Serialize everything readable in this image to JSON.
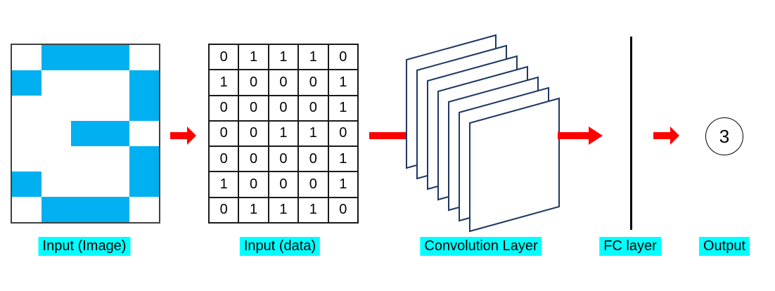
{
  "pixel_image": {
    "label": "Input (Image)",
    "grid": [
      [
        0,
        1,
        1,
        1,
        0
      ],
      [
        1,
        0,
        0,
        0,
        1
      ],
      [
        0,
        0,
        0,
        0,
        1
      ],
      [
        0,
        0,
        1,
        1,
        0
      ],
      [
        0,
        0,
        0,
        0,
        1
      ],
      [
        1,
        0,
        0,
        0,
        1
      ],
      [
        0,
        1,
        1,
        1,
        0
      ]
    ],
    "on_color": "#00B0F0",
    "off_color": "#FFFFFF",
    "border_color": "#404040"
  },
  "matrix": {
    "label": "Input (data)",
    "rows": [
      [
        "0",
        "1",
        "1",
        "1",
        "0"
      ],
      [
        "1",
        "0",
        "0",
        "0",
        "1"
      ],
      [
        "0",
        "0",
        "0",
        "0",
        "1"
      ],
      [
        "0",
        "0",
        "1",
        "1",
        "0"
      ],
      [
        "0",
        "0",
        "0",
        "0",
        "1"
      ],
      [
        "1",
        "0",
        "0",
        "0",
        "1"
      ],
      [
        "0",
        "1",
        "1",
        "1",
        "0"
      ]
    ]
  },
  "conv": {
    "label": "Convolution Layer",
    "sheet_count": 7,
    "outline_color": "#1F3864",
    "fill_color": "#FFFFFF"
  },
  "fc": {
    "label": "FC layer",
    "line_color": "#000000"
  },
  "output": {
    "label": "Output",
    "value": "3"
  },
  "colors": {
    "arrow": "#FF0000",
    "label_highlight": "#00FFFF",
    "text": "#000000"
  }
}
